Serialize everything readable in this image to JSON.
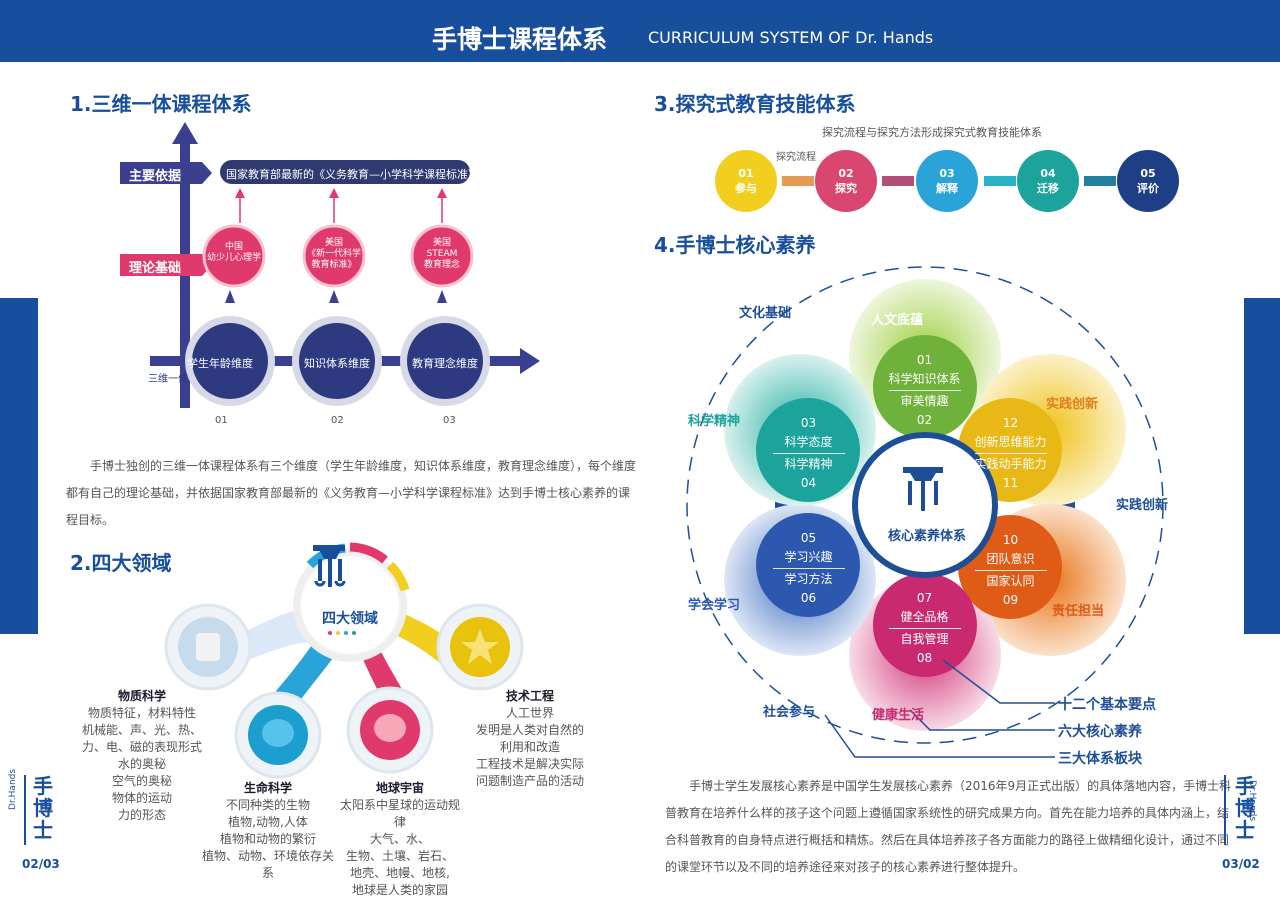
{
  "header": {
    "title_cn": "手博士课程体系",
    "title_en": "CURRICULUM SYSTEM OF Dr. Hands"
  },
  "section1": {
    "title": "1.三维一体课程体系",
    "main_basis_label": "主要依据",
    "theory_basis_label": "理论基础",
    "standard_text": "国家教育部最新的《义务教育—小学科学课程标准》",
    "theories": [
      {
        "l1": "中国",
        "l2": "幼少儿心理学",
        "l3": ""
      },
      {
        "l1": "美国",
        "l2": "《新一代科学",
        "l3": "教育标准》"
      },
      {
        "l1": "美国",
        "l2": "STEAM",
        "l3": "教育理念"
      }
    ],
    "dims": [
      "学生年龄维度",
      "知识体系维度",
      "教育理念维度"
    ],
    "dim_nums": [
      "01",
      "02",
      "03"
    ],
    "axis_label": "三维一体",
    "paragraph": "手博士独创的三维一体课程体系有三个维度（学生年龄维度，知识体系维度，教育理念维度），每个维度都有自己的理论基础，并依据国家教育部最新的《义务教育—小学科学课程标准》达到手博士核心素养的课程目标。"
  },
  "section2": {
    "title": "2.四大领域",
    "center_label": "四大领域",
    "domains": [
      {
        "name": "物质科学",
        "desc": [
          "物质特征，材料特性",
          "机械能、声、光、热、",
          "力、电、磁的表现形式",
          "水的奥秘",
          "空气的奥秘",
          "物体的运动",
          "力的形态"
        ]
      },
      {
        "name": "生命科学",
        "desc": [
          "不同种类的生物",
          "植物,动物,人体",
          "植物和动物的繁衍",
          "植物、动物、环境依存关系"
        ]
      },
      {
        "name": "地球宇宙",
        "desc": [
          "太阳系中星球的运动规律",
          "大气、水、",
          "生物、土壤、岩石、",
          "地壳、地幔、地核,",
          "地球是人类的家园"
        ]
      },
      {
        "name": "技术工程",
        "desc": [
          "人工世界",
          "发明是人类对自然的",
          "利用和改造",
          "工程技术是解决实际",
          "问题制造产品的活动"
        ]
      }
    ]
  },
  "section3": {
    "title": "3.探究式教育技能体系",
    "subtitle": "探究流程与探究方法形成探究式教育技能体系",
    "flow_label": "探究流程",
    "steps": [
      {
        "num": "01",
        "name": "参与",
        "color": "#f2cf1f"
      },
      {
        "num": "02",
        "name": "探究",
        "color": "#d9466f"
      },
      {
        "num": "03",
        "name": "解释",
        "color": "#2aa3d8"
      },
      {
        "num": "04",
        "name": "迁移",
        "color": "#1ba39c"
      },
      {
        "num": "05",
        "name": "评价",
        "color": "#1e3f86"
      }
    ]
  },
  "section4": {
    "title": "4.手博士核心素养",
    "center_label": "核心素养体系",
    "outer_labels": {
      "culture": "文化基础",
      "practice": "实践创新",
      "social": "社会参与"
    },
    "petals": [
      {
        "name": "人文底蕴",
        "n1": "01",
        "t1": "科学知识体系",
        "t2": "审美情趣",
        "n2": "02"
      },
      {
        "name": "实践创新",
        "n1": "12",
        "t1": "创新思维能力",
        "t2": "实践动手能力",
        "n2": "11"
      },
      {
        "name": "责任担当",
        "n1": "10",
        "t1": "团队意识",
        "t2": "国家认同",
        "n2": "09"
      },
      {
        "name": "健康生活",
        "n1": "07",
        "t1": "健全品格",
        "t2": "自我管理",
        "n2": "08"
      },
      {
        "name": "学会学习",
        "n1": "05",
        "t1": "学习兴趣",
        "t2": "学习方法",
        "n2": "06"
      },
      {
        "name": "科学精神",
        "n1": "03",
        "t1": "科学态度",
        "t2": "科学精神",
        "n2": "04"
      }
    ],
    "legend": [
      "十二个基本要点",
      "六大核心素养",
      "三大体系板块"
    ],
    "paragraph": "手博士学生发展核心素养是中国学生发展核心素养（2016年9月正式出版）的具体落地内容，手博士科普教育在培养什么样的孩子这个问题上遵循国家系统性的研究成果方向。首先在能力培养的具体内涵上，结合科普教育的自身特点进行概括和精炼。然后在具体培养孩子各方面能力的路径上做精细化设计，通过不同的课堂环节以及不同的培养途径来对孩子的核心素养进行整体提升。"
  },
  "footer": {
    "logo_cn": "手博士",
    "logo_en": "Dr.Hands",
    "page_left": "02/03",
    "page_right": "03/02"
  },
  "colors": {
    "brand_blue": "#174f9c",
    "navy": "#1e3f86",
    "pink": "#e0396b"
  },
  "icons": [
    "graduation-hand-logo-icon",
    "robot-icon",
    "octopus-graduate-icon",
    "octopus-pink-icon",
    "star-icon"
  ]
}
